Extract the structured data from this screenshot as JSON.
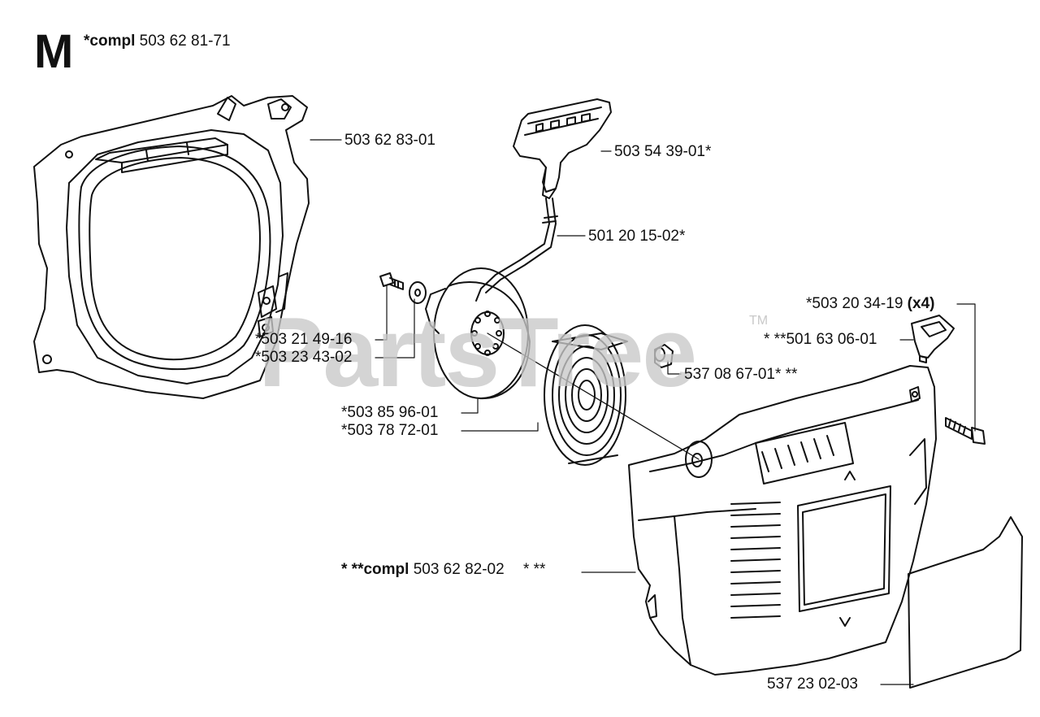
{
  "section": {
    "letter": "M",
    "assembly_prefix": "*compl",
    "assembly_number": "503 62 81-71"
  },
  "watermark": {
    "text": "PartsTree",
    "trademark": "TM"
  },
  "parts": [
    {
      "id": "cover-housing",
      "text": "503 62 83-01"
    },
    {
      "id": "handle",
      "text": "503 54 39-01*"
    },
    {
      "id": "starter-rope",
      "text": "501 20 15-02*"
    },
    {
      "id": "screw-small",
      "text": "*503 21 49-16"
    },
    {
      "id": "washer-small",
      "text": "*503 23 43-02"
    },
    {
      "id": "pulley",
      "text": "*503 85 96-01"
    },
    {
      "id": "spring",
      "text": "*503 78 72-01"
    },
    {
      "id": "bushing",
      "text": "537 08 67-01* **"
    },
    {
      "id": "screw-x4",
      "text": "*503 20 34-19",
      "qty": "(x4)"
    },
    {
      "id": "grommet",
      "text": "* **501 63 06-01"
    },
    {
      "id": "starter-assembly",
      "prefix": "* **compl",
      "text": "503 62 82-02",
      "suffix": "* **"
    },
    {
      "id": "decal",
      "text": "537 23 02-03"
    }
  ]
}
